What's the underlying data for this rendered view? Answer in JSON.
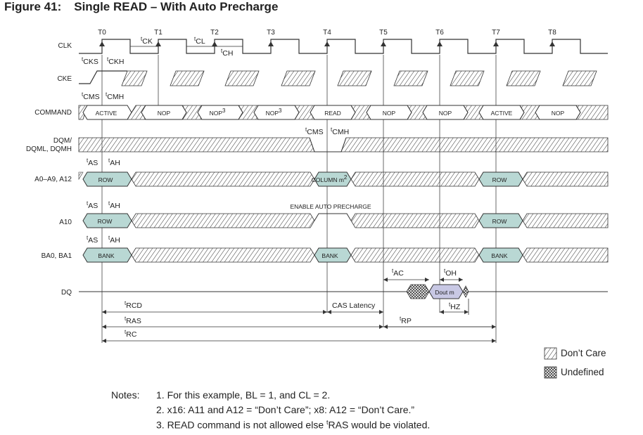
{
  "figure": {
    "number": "Figure 41:",
    "title": "Single READ – With Auto Precharge"
  },
  "signals": [
    "CLK",
    "CKE",
    "COMMAND",
    "DQM/",
    "DQML, DQMH",
    "A0–A9, A12",
    "A10",
    "BA0, BA1",
    "DQ"
  ],
  "clock_ticks": [
    "T0",
    "T1",
    "T2",
    "T3",
    "T4",
    "T5",
    "T6",
    "T7",
    "T8"
  ],
  "timing_params": {
    "cks": [
      "t",
      "CKS"
    ],
    "ckh": [
      "t",
      "CKH"
    ],
    "ck": [
      "t",
      "CK"
    ],
    "cl": [
      "t",
      "CL"
    ],
    "ch": [
      "t",
      "CH"
    ],
    "cms": [
      "t",
      "CMS"
    ],
    "cmh": [
      "t",
      "CMH"
    ],
    "as": [
      "t",
      "AS"
    ],
    "ah": [
      "t",
      "AH"
    ],
    "ac": [
      "t",
      "AC"
    ],
    "oh": [
      "t",
      "OH"
    ],
    "hz": [
      "t",
      "HZ"
    ],
    "rcd": [
      "t",
      "RCD"
    ],
    "ras": [
      "t",
      "RAS"
    ],
    "rc": [
      "t",
      "RC"
    ],
    "rp": [
      "t",
      "RP"
    ]
  },
  "commands": [
    "ACTIVE",
    "NOP",
    "NOP",
    "NOP",
    "READ",
    "NOP",
    "NOP",
    "ACTIVE",
    "NOP"
  ],
  "nop_superscript": "3",
  "address_labels": {
    "row": "ROW",
    "column": "COLUMN m",
    "column_sup": "2",
    "bank": "BANK"
  },
  "annotations": {
    "enable_auto_precharge": "ENABLE AUTO PRECHARGE",
    "cas_latency": "CAS Latency",
    "dout": "Dout m"
  },
  "legend": [
    {
      "label": "Don’t Care",
      "pattern": "diagonal"
    },
    {
      "label": "Undefined",
      "pattern": "crosshatch"
    }
  ],
  "notes": {
    "heading": "Notes:",
    "items": [
      "1.  For this example, BL = 1, and CL = 2.",
      "2.  x16: A11 and A12 = “Don’t Care”; x8: A12 = “Don’t Care.”"
    ],
    "item3_start": "3.  READ command is not allowed else ",
    "item3_sup": "t",
    "item3_end": "RAS would be violated."
  },
  "colors": {
    "valid_fill": "#b9d8d4",
    "dout_fill": "#c8c8e4",
    "line": "#333333"
  }
}
